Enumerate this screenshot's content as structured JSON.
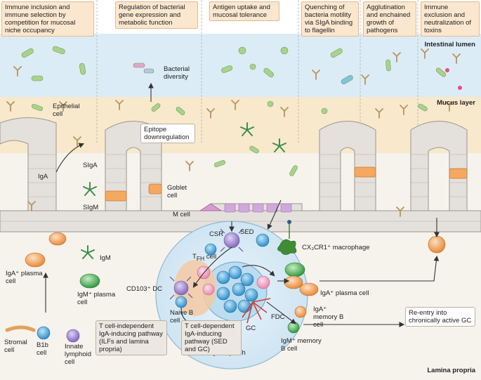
{
  "headers": [
    "Immune inclusion and immune selection by competition for mucosal niche occupancy",
    "Regulation of bacterial gene expression and metabolic function",
    "Antigen uptake and mucosal tolerance",
    "Quenching of bacteria motility via SIgA binding to flagellin",
    "Agglutination and enchained growth of pathogens",
    "Immune exclusion and neutralization of toxins"
  ],
  "zones": {
    "lumen": "Intestinal lumen",
    "mucus": "Mucus layer",
    "lamina": "Lamina propria"
  },
  "labels": {
    "epithelial": "Epithelial cell",
    "bacterial_diversity": "Bacterial diversity",
    "epitope": "Epitope downregulation",
    "iga": "IgA",
    "siga": "SIgA",
    "sigm": "SIgM",
    "igm": "IgM",
    "goblet": "Goblet cell",
    "m_cell": "M cell",
    "csr": "CSR",
    "sed": "SED",
    "macrophage": "CX₃CR1⁺ macrophage",
    "tfh": "T",
    "tfh_sub": "FH",
    "tfh_cell": " cell",
    "iga_plasma_left": "IgA⁺ plasma cell",
    "igm_plasma": "IgM⁺ plasma cell",
    "cd103": "CD103⁺ DC",
    "naive_b": "Naive B cell",
    "iga_plasma_right": "IgA⁺ plasma cell",
    "iga_memory": "IgA⁺ memory B cell",
    "igm_memory": "IgM⁺ memory B cell",
    "fdc": "FDC",
    "gc": "GC",
    "reentry": "Re-entry into chronically active GC",
    "peyers": "Peyer’s patch",
    "stromal": "Stromal cell",
    "b1b": "B1b cell",
    "innate": "Innate lymphoid cell",
    "t_indep": "T cell-independent IgA-inducing pathway (ILFs and lamina propria)",
    "t_dep": "T cell-dependent IgA-inducing pathway (SED and GC)"
  },
  "colors": {
    "lumen": "#dcecf6",
    "mucus": "#f8e9cc",
    "lamina": "#f6f2ec",
    "epithelium": "#e4e1dc",
    "header_fill": "#fbe7cf",
    "bacteria": "#a9d38c",
    "iga_cell": "#f19a4b",
    "igm_cell": "#3fa84a",
    "b_cell": "#4aa3d8",
    "dc": "#9b82c9",
    "tfh": "#f2a9c2",
    "peyers": "#dcecf6"
  }
}
